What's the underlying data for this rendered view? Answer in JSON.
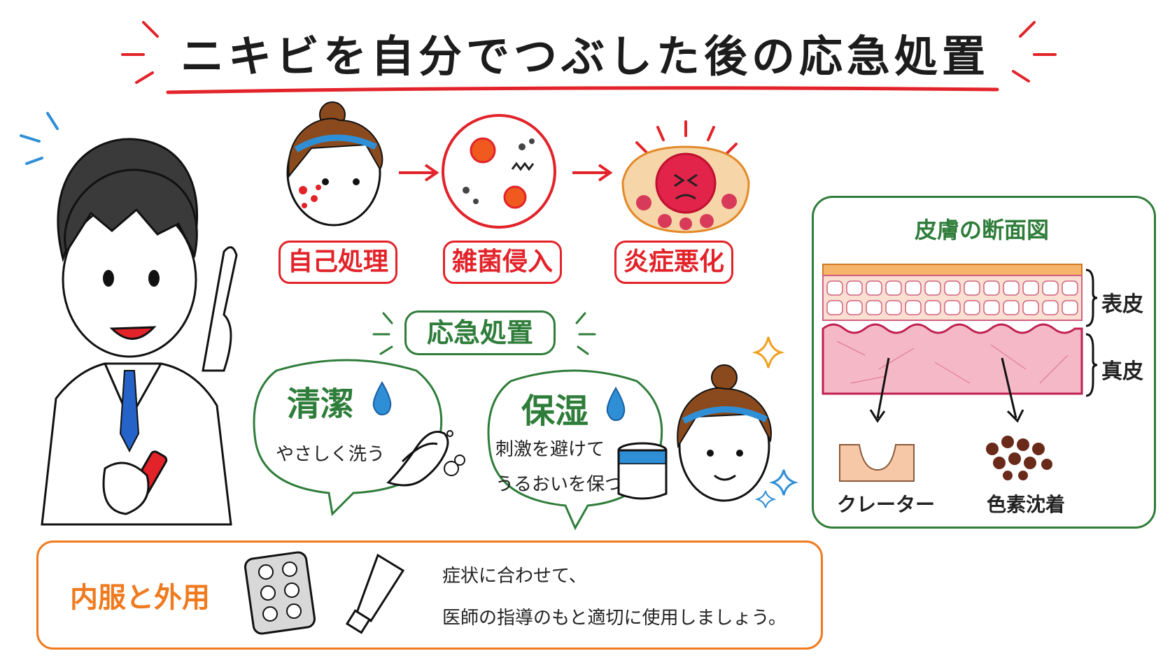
{
  "title": "ニキビを自分でつぶした後の応急処置",
  "process": {
    "steps": [
      {
        "label": "自己処理"
      },
      {
        "label": "雑菌侵入"
      },
      {
        "label": "炎症悪化"
      }
    ]
  },
  "first_aid": {
    "heading": "応急処置",
    "clean": {
      "title": "清潔",
      "text": "やさしく洗う"
    },
    "moisture": {
      "title": "保湿",
      "line1": "刺激を避けて",
      "line2": "うるおいを保つ"
    }
  },
  "skin": {
    "title": "皮膚の断面図",
    "epidermis": "表皮",
    "dermis": "真皮",
    "crater": "クレーター",
    "pigment": "色素沈着"
  },
  "medicine": {
    "title": "内服と外用",
    "line1": "症状に合わせて、",
    "line2": "医師の指導のもと適切に使用しましょう。"
  },
  "colors": {
    "red": "#e2232a",
    "green": "#2f7d3a",
    "orange": "#f07a1e",
    "blue": "#2f8fd6"
  }
}
